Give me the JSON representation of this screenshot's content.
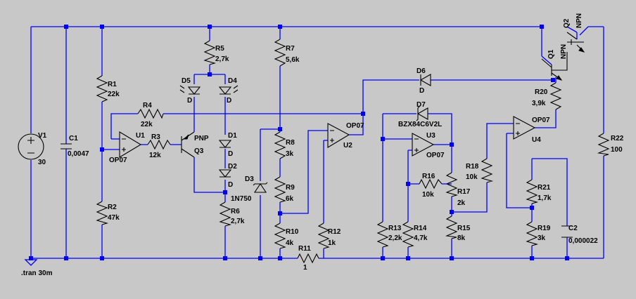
{
  "components": {
    "V1": {
      "ref": "V1",
      "value": "30"
    },
    "C1": {
      "ref": "C1",
      "value": "0,0047"
    },
    "R1": {
      "ref": "R1",
      "value": "22k"
    },
    "R2": {
      "ref": "R2",
      "value": "47k"
    },
    "U1": {
      "ref": "U1",
      "model": "OP07"
    },
    "R3": {
      "ref": "R3",
      "value": "12k"
    },
    "R4": {
      "ref": "R4",
      "value": "22k"
    },
    "Q3": {
      "ref": "Q3",
      "model": "PNP"
    },
    "R5": {
      "ref": "R5",
      "value": "2,7k"
    },
    "D5": {
      "ref": "D5",
      "model": "D"
    },
    "D4": {
      "ref": "D4",
      "model": "D"
    },
    "D1": {
      "ref": "D1",
      "model": "D"
    },
    "D2": {
      "ref": "D2",
      "model": "D"
    },
    "R6": {
      "ref": "R6",
      "value": "2,7k"
    },
    "D3": {
      "ref": "D3",
      "model": "1N750"
    },
    "R7": {
      "ref": "R7",
      "value": "5,6k"
    },
    "R8": {
      "ref": "R8",
      "value": "3k"
    },
    "R9": {
      "ref": "R9",
      "value": "6k"
    },
    "R10": {
      "ref": "R10",
      "value": "4k"
    },
    "R11": {
      "ref": "R11",
      "value": "1"
    },
    "R12": {
      "ref": "R12",
      "value": "1k"
    },
    "U2": {
      "ref": "U2",
      "model": "OP07"
    },
    "D6": {
      "ref": "D6",
      "model": "D"
    },
    "D7": {
      "ref": "D7",
      "model": "BZX84C6V2L"
    },
    "U3": {
      "ref": "U3",
      "model": "OP07"
    },
    "R16": {
      "ref": "R16",
      "value": "10k"
    },
    "R17": {
      "ref": "R17",
      "value": "2k"
    },
    "R13": {
      "ref": "R13",
      "value": "2,2k"
    },
    "R14": {
      "ref": "R14",
      "value": "4,7k"
    },
    "R15": {
      "ref": "R15",
      "value": "8k"
    },
    "R18": {
      "ref": "R18",
      "value": "10k"
    },
    "U4": {
      "ref": "U4",
      "model": "OP07"
    },
    "R20": {
      "ref": "R20",
      "value": "3,9k"
    },
    "R21": {
      "ref": "R21",
      "value": "1,7k"
    },
    "R19": {
      "ref": "R19",
      "value": "3k"
    },
    "C2": {
      "ref": "C2",
      "value": "0,000022"
    },
    "R22": {
      "ref": "R22",
      "value": "100"
    },
    "Q1": {
      "ref": "Q1",
      "model": "NPN"
    },
    "Q2": {
      "ref": "Q2",
      "model": "NPN"
    }
  },
  "directive": ".tran 30m"
}
